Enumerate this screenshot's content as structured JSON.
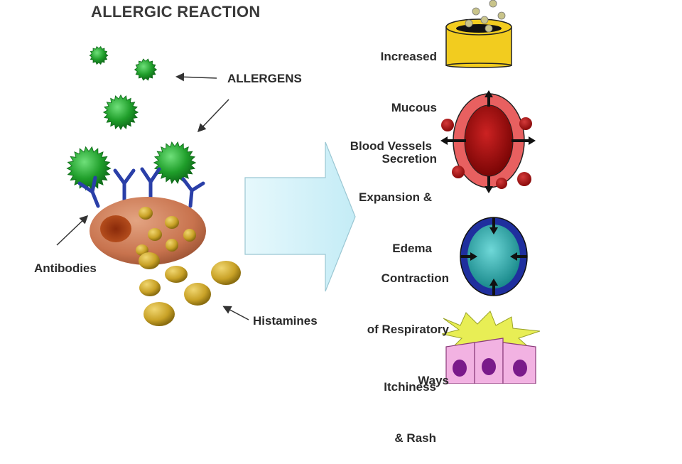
{
  "diagram": {
    "title": "ALLERGIC REACTION",
    "labels": {
      "allergens": "ALLERGENS",
      "antibodies": "Antibodies",
      "histamines": "Histamines"
    },
    "effects": [
      {
        "line1": "Increased",
        "line2": "Mucous",
        "line3": "Secretion"
      },
      {
        "line1": "Blood Vessels",
        "line2": "Expansion &",
        "line3": "Edema"
      },
      {
        "line1": "Contraction",
        "line2": "of Respiratory",
        "line3": "Ways"
      },
      {
        "line1": "Itchiness",
        "line2": "& Rash"
      }
    ],
    "colors": {
      "allergen": "#1f9e2a",
      "antibody": "#2a3fa8",
      "mast_cell": "#c8734e",
      "granule": "#c9a227",
      "arrow_fill": "#d8f4fb",
      "mucous_cup": "#f2cc1f",
      "vessel_wall": "#e86060",
      "vessel_lumen": "#a30d0d",
      "airway_outer": "#1f2f9e",
      "airway_inner": "#2aa8a8",
      "skin_cell": "#f2b2e2",
      "nucleus": "#7a1a8a",
      "rash": "#e8ee55"
    }
  }
}
